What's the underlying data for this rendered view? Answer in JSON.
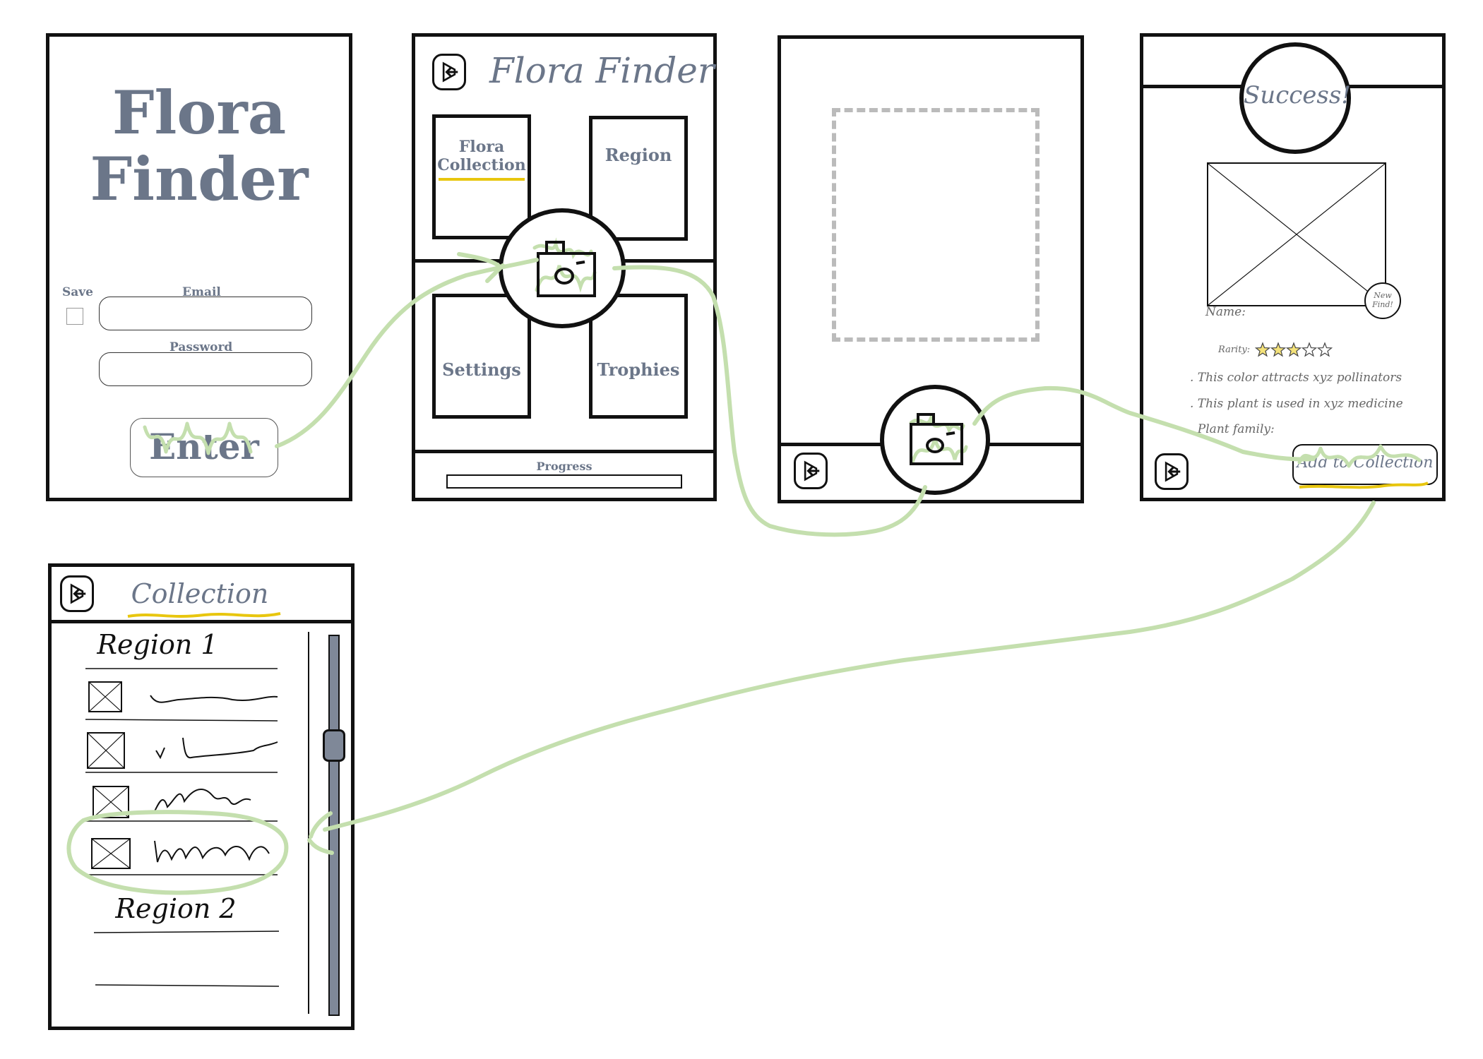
{
  "login": {
    "title_line1": "Flora",
    "title_line2": "Finder",
    "save_label": "Save",
    "email_label": "Email",
    "password_label": "Password",
    "enter_label": "Enter"
  },
  "home": {
    "title": "Flora Finder",
    "tile_collection_line1": "Flora",
    "tile_collection_line2": "Collection",
    "tile_region": "Region",
    "tile_settings": "Settings",
    "tile_trophies": "Trophies",
    "progress_label": "Progress",
    "progress_value": 0
  },
  "success": {
    "title": "Success!",
    "badge_line1": "New",
    "badge_line2": "Find!",
    "name_label": "Name:",
    "rarity_label": "Rarity:",
    "rarity_value": 3,
    "rarity_max": 5,
    "facts": [
      ". This color attracts xyz pollinators",
      ". This plant is used in xyz medicine",
      ". Plant family:"
    ],
    "add_button": "Add to Collection"
  },
  "collection": {
    "title": "Collection",
    "region1": "Region 1",
    "region2": "Region 2"
  },
  "icons": {
    "back": "exit-arrow-icon",
    "camera": "camera-icon",
    "placeholder": "image-placeholder-icon",
    "star": "star-icon"
  },
  "colors": {
    "title_slate": "#6b7689",
    "highlight_green": "#c4dfae",
    "underline_yellow": "#e8c60e",
    "star_fill": "#f4e27a",
    "scrollbar": "#7f8898"
  }
}
